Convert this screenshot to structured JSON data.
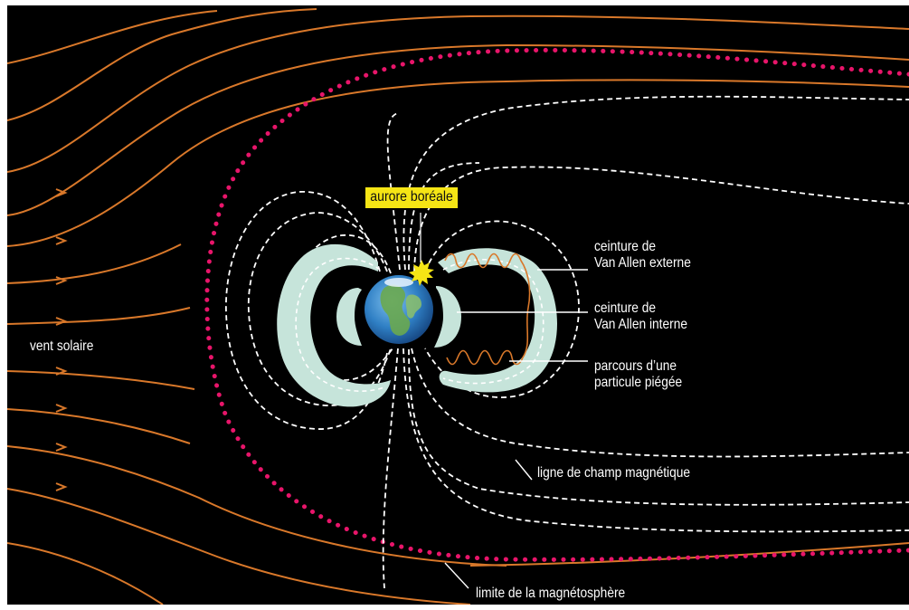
{
  "labels": {
    "aurora": "aurore boréale",
    "solar_wind": "vent solaire",
    "outer_belt_1": "ceinture de",
    "outer_belt_2": "Van Allen externe",
    "inner_belt_1": "ceinture de",
    "inner_belt_2": "Van Allen interne",
    "particle_1": "parcours d’une",
    "particle_2": "particule piégée",
    "field_line": "ligne de champ magnétique",
    "boundary": "limite de la magnétosphère"
  },
  "colors": {
    "background": "#000000",
    "solar_wind": "#d9782a",
    "magnetopause_dots": "#e8156a",
    "field_lines": "#ffffff",
    "belts": "#c6e4da",
    "aurora_tag": "#f5e515",
    "earth_ocean": "#2f7fc4",
    "earth_land": "#6aa84f"
  }
}
